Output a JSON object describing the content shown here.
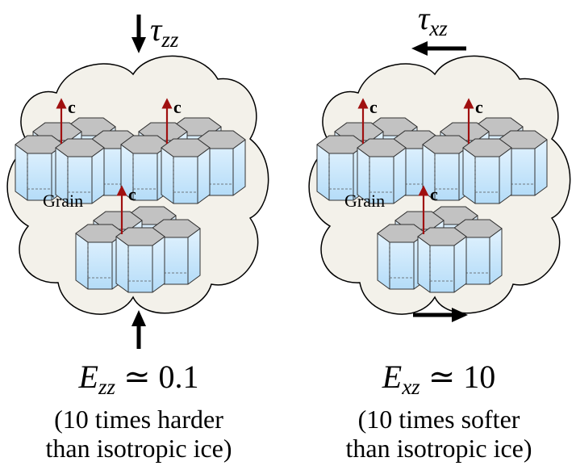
{
  "left_panel": {
    "stress_symbol": "τ",
    "stress_subscript": "zz",
    "grain_label": "Grain",
    "c_axis_label": "c",
    "enhancement_symbol": "E",
    "enhancement_subscript": "zz",
    "relation": "≃",
    "enhancement_value": "0.1",
    "note_line1": "(10 times harder",
    "note_line2": "than isotropic ice)"
  },
  "right_panel": {
    "stress_symbol": "τ",
    "stress_subscript": "xz",
    "grain_label": "Grain",
    "c_axis_label": "c",
    "enhancement_symbol": "E",
    "enhancement_subscript": "xz",
    "relation": "≃",
    "enhancement_value": "10",
    "note_line1": "(10 times softer",
    "note_line2": "than isotropic ice)"
  },
  "colors": {
    "cloud_fill": "#f3f1ea",
    "cloud_stroke": "#000000",
    "crystal_top": "#c2c2c2",
    "crystal_side": "#c9e6fb",
    "c_axis_arrow": "#a01010",
    "stress_arrow": "#000000"
  }
}
